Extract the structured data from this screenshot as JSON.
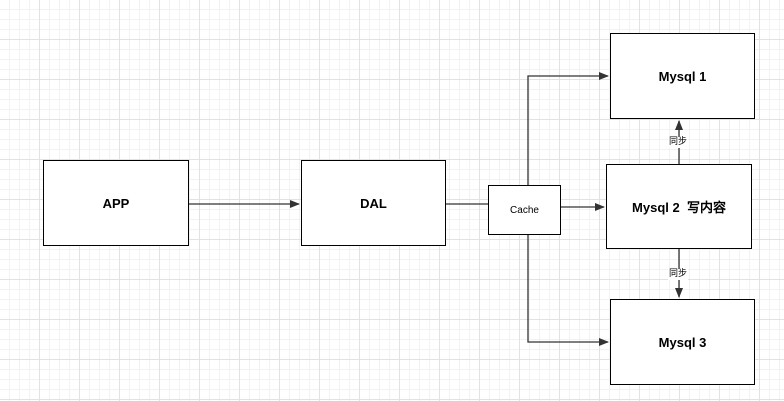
{
  "nodes": {
    "app": "APP",
    "dal": "DAL",
    "cache": "Cache",
    "mysql1": "Mysql 1",
    "mysql2": "Mysql 2  写内容",
    "mysql3": "Mysql 3"
  },
  "edge_labels": {
    "sync_top": "同步",
    "sync_bottom": "同步"
  },
  "edges": [
    {
      "from": "app",
      "to": "dal"
    },
    {
      "from": "dal",
      "to": "cache"
    },
    {
      "from": "cache",
      "to": "mysql1"
    },
    {
      "from": "cache",
      "to": "mysql2"
    },
    {
      "from": "cache",
      "to": "mysql3"
    },
    {
      "from": "mysql2",
      "to": "mysql1",
      "label": "同步"
    },
    {
      "from": "mysql2",
      "to": "mysql3",
      "label": "同步"
    }
  ],
  "colors": {
    "stroke": "#000000",
    "edge": "#333333",
    "grid": "#e2e2e2",
    "background": "#ffffff"
  }
}
